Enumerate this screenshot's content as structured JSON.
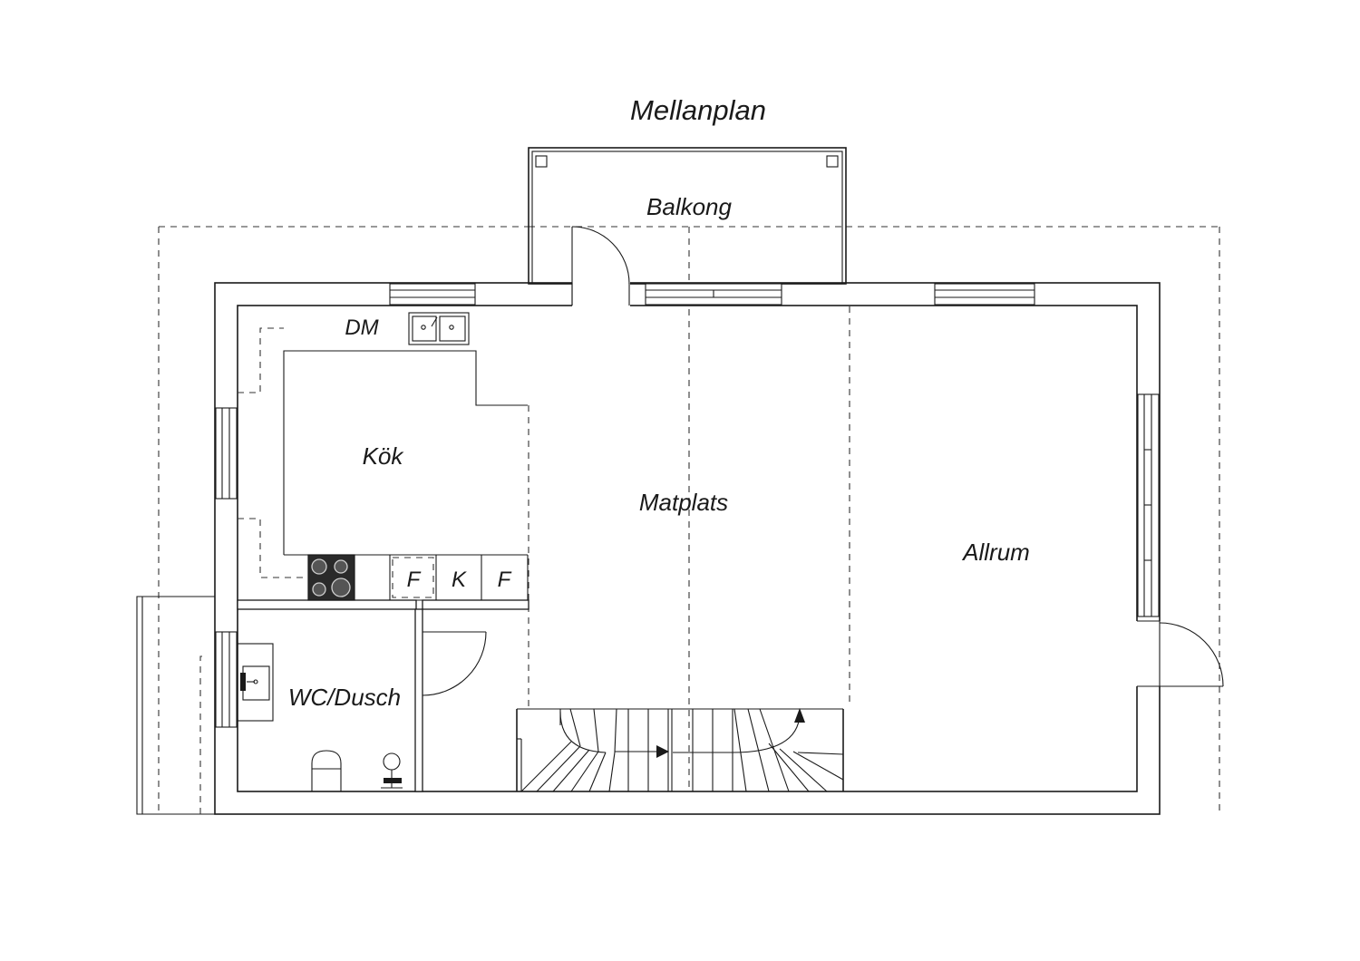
{
  "plan": {
    "title": "Mellanplan",
    "rooms": {
      "balcony": "Balkong",
      "dishwasher": "DM",
      "kitchen": "Kök",
      "dining": "Matplats",
      "living": "Allrum",
      "bathroom": "WC/Dusch"
    },
    "appliances": {
      "freezer_left": "F",
      "fridge": "K",
      "freezer_right": "F"
    }
  }
}
